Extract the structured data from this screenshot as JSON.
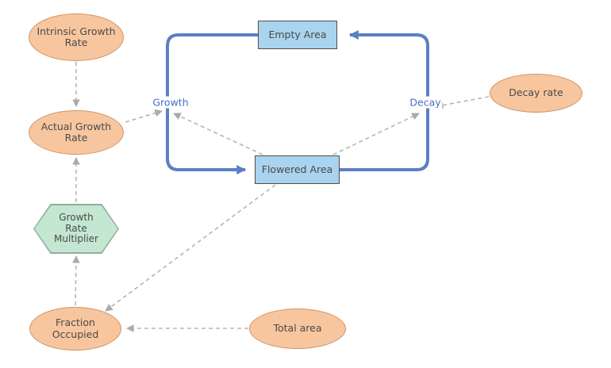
{
  "diagram": {
    "nodes": {
      "intrinsic_growth_rate": {
        "label": "Intrinsic Growth\nRate",
        "type": "auxiliary"
      },
      "actual_growth_rate": {
        "label": "Actual Growth\nRate",
        "type": "auxiliary"
      },
      "growth_rate_multiplier": {
        "label": "Growth\nRate\nMultiplier",
        "type": "multiplier"
      },
      "fraction_occupied": {
        "label": "Fraction\nOccupied",
        "type": "auxiliary"
      },
      "total_area": {
        "label": "Total area",
        "type": "auxiliary"
      },
      "decay_rate": {
        "label": "Decay rate",
        "type": "auxiliary"
      },
      "empty_area": {
        "label": "Empty Area",
        "type": "stock"
      },
      "flowered_area": {
        "label": "Flowered Area",
        "type": "stock"
      }
    },
    "flows": {
      "growth": {
        "label": "Growth",
        "from": "empty_area",
        "to": "flowered_area"
      },
      "decay": {
        "label": "Decay",
        "from": "flowered_area",
        "to": "empty_area"
      }
    },
    "influences": [
      {
        "from": "intrinsic_growth_rate",
        "to": "actual_growth_rate"
      },
      {
        "from": "growth_rate_multiplier",
        "to": "actual_growth_rate"
      },
      {
        "from": "fraction_occupied",
        "to": "growth_rate_multiplier"
      },
      {
        "from": "actual_growth_rate",
        "to": "growth"
      },
      {
        "from": "flowered_area",
        "to": "growth"
      },
      {
        "from": "flowered_area",
        "to": "decay"
      },
      {
        "from": "decay_rate",
        "to": "decay"
      },
      {
        "from": "flowered_area",
        "to": "fraction_occupied"
      },
      {
        "from": "total_area",
        "to": "fraction_occupied"
      }
    ],
    "colors": {
      "auxiliary_fill": "#f8c69e",
      "auxiliary_border": "#cf9464",
      "stock_fill": "#a9d3ee",
      "stock_border": "#4d4d4d",
      "multiplier_fill": "#c3e7d1",
      "multiplier_border": "#8fae9b",
      "flow_pipe": "#5b7fc4",
      "influence_link": "#b5b5b5",
      "node_text": "#4a4a4a",
      "flow_label_text": "#4a6fbe"
    }
  }
}
